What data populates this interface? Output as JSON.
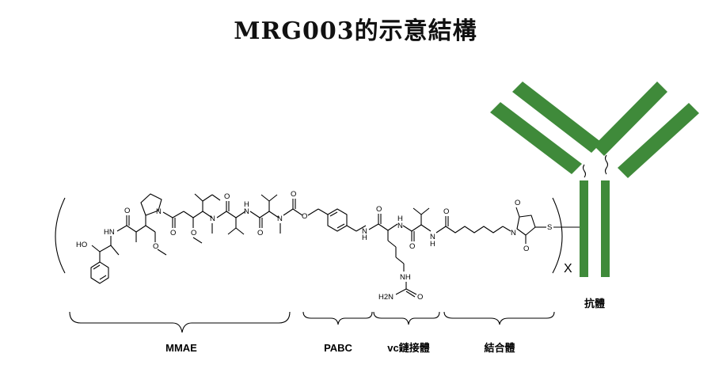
{
  "title": "MRG003的示意結構",
  "labels": {
    "mmae": "MMAE",
    "pabc": "PABC",
    "vc_linker": "vc鏈接體",
    "conjugation": "結合體",
    "antibody": "抗體",
    "multiplier": "X"
  },
  "atoms": {
    "ho": "HO",
    "hn": "HN",
    "n": "N",
    "o": "O",
    "h": "H",
    "nh": "NH",
    "h2n": "H2N",
    "s": "S"
  },
  "colors": {
    "antibody": "#3f8a3a"
  }
}
